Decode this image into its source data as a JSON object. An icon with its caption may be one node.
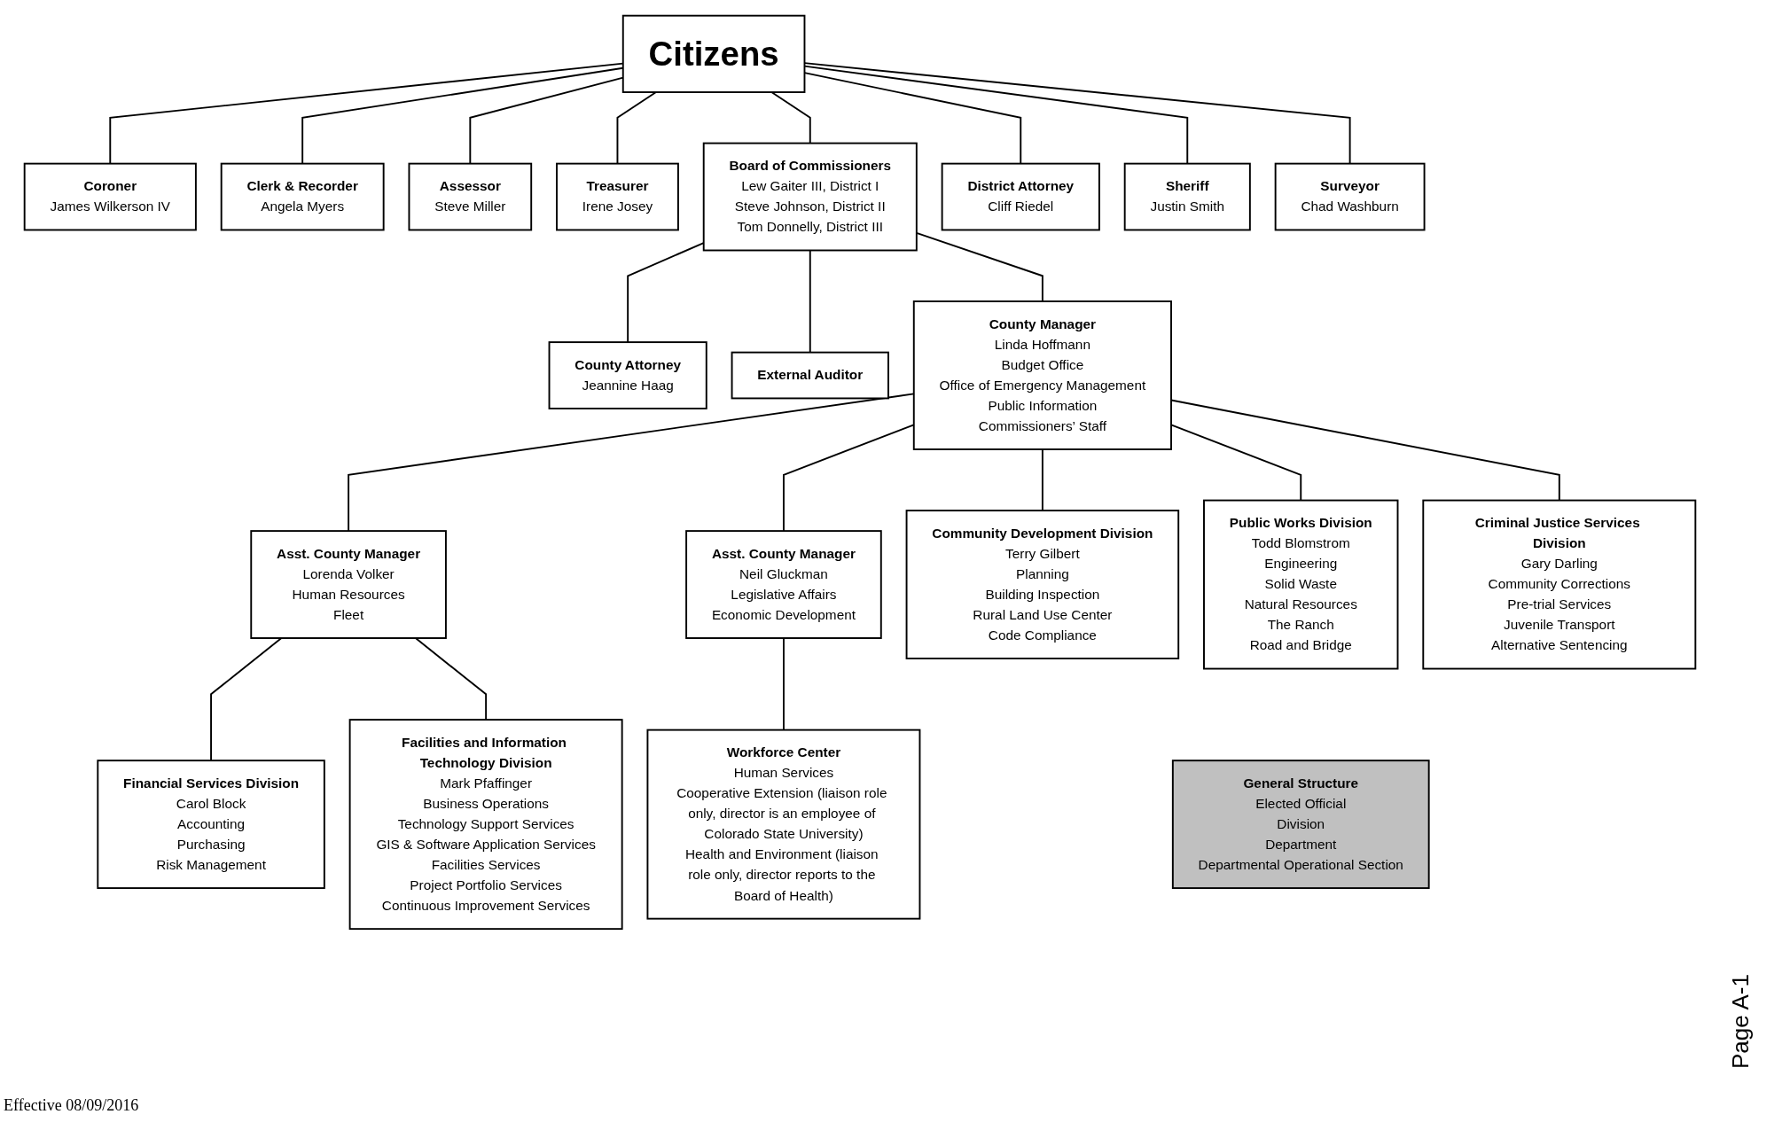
{
  "diagram": {
    "nodes": [
      {
        "text": [
          "Citizens"
        ]
      },
      {
        "text": [
          "Coroner",
          "James Wilkerson IV"
        ]
      },
      {
        "text": [
          "Clerk & Recorder",
          "Angela Myers"
        ]
      },
      {
        "text": [
          "Assessor",
          "Steve Miller"
        ]
      },
      {
        "text": [
          "Treasurer",
          "Irene Josey"
        ]
      },
      {
        "text": [
          "Board of Commissioners",
          "Lew Gaiter III, District I",
          "Steve Johnson, District II",
          "Tom Donnelly, District III"
        ]
      },
      {
        "text": [
          "District Attorney",
          "Cliff Riedel"
        ]
      },
      {
        "text": [
          "Sheriff",
          "Justin Smith"
        ]
      },
      {
        "text": [
          "Surveyor",
          "Chad Washburn"
        ]
      },
      {
        "text": [
          "County Attorney",
          "Jeannine Haag"
        ]
      },
      {
        "text": [
          "External Auditor"
        ]
      },
      {
        "text": [
          "Asst. County Manager",
          "Lorenda Volker",
          "Human Resources",
          "Fleet"
        ]
      },
      {
        "text": [
          "County Manager",
          "Linda Hoffmann",
          "Budget Office",
          "Office of Emergency Management",
          "Public Information",
          "Commissioners’ Staff"
        ]
      },
      {
        "text": [
          "Asst. County Manager",
          "Neil Gluckman",
          "Legislative Affairs",
          "Economic Development"
        ]
      },
      {
        "text": [
          "Financial Services Division",
          "Carol Block",
          "Accounting",
          "Purchasing",
          "Risk Management"
        ]
      },
      {
        "text": [
          "Facilities and Information Technology Division",
          "Mark Pfaffinger",
          "Business Operations",
          "Technology Support Services",
          "GIS & Software Application Services",
          "Facilities Services",
          "Project Portfolio Services",
          "Continuous Improvement Services"
        ]
      },
      {
        "text": [
          "Community Development Division",
          "Terry Gilbert",
          "Planning",
          "Building Inspection",
          "Rural Land Use Center",
          "Code Compliance"
        ]
      },
      {
        "text": [
          "Public Works Division",
          "Todd Blomstrom",
          "Engineering",
          "Solid Waste",
          "Natural Resources",
          "The Ranch",
          "Road and Bridge"
        ]
      },
      {
        "text": [
          "Criminal Justice Services Division",
          "Gary Darling",
          "Community Corrections",
          "Pre-trial Services",
          "Juvenile Transport",
          "Alternative Sentencing"
        ]
      },
      {
        "text": [
          "Workforce Center",
          "Human Services",
          "Cooperative Extension (liaison role only, director is an employee of Colorado State University)",
          "Health and Environment (liaison role only, director reports to the Board of Health)"
        ]
      },
      {
        "text": [
          "General Structure",
          "Elected Official",
          "Division",
          "Department",
          "Departmental Operational Section"
        ]
      }
    ],
    "edges": [
      {
        "from": 0,
        "to": 1,
        "arrow": "none"
      },
      {
        "from": 0,
        "to": 2,
        "arrow": "none"
      },
      {
        "from": 0,
        "to": 3,
        "arrow": "none"
      },
      {
        "from": 0,
        "to": 4,
        "arrow": "none"
      },
      {
        "from": 0,
        "to": 5,
        "arrow": "none"
      },
      {
        "from": 0,
        "to": 6,
        "arrow": "none"
      },
      {
        "from": 0,
        "to": 7,
        "arrow": "none"
      },
      {
        "from": 0,
        "to": 8,
        "arrow": "none"
      },
      {
        "from": 5,
        "to": 9,
        "arrow": "none"
      },
      {
        "from": 5,
        "to": 10,
        "arrow": "none"
      },
      {
        "from": 5,
        "to": 12,
        "arrow": "none"
      },
      {
        "from": 12,
        "to": 11,
        "arrow": "none"
      },
      {
        "from": 12,
        "to": 13,
        "arrow": "none"
      },
      {
        "from": 11,
        "to": 14,
        "arrow": "none"
      },
      {
        "from": 11,
        "to": 15,
        "arrow": "none"
      },
      {
        "from": 12,
        "to": 16,
        "arrow": "none"
      },
      {
        "from": 12,
        "to": 17,
        "arrow": "none"
      },
      {
        "from": 12,
        "to": 18,
        "arrow": "none"
      },
      {
        "from": 13,
        "to": 19,
        "arrow": "none"
      }
    ],
    "labels": [
      "Effective 08/09/2016",
      "Page A-1"
    ]
  }
}
